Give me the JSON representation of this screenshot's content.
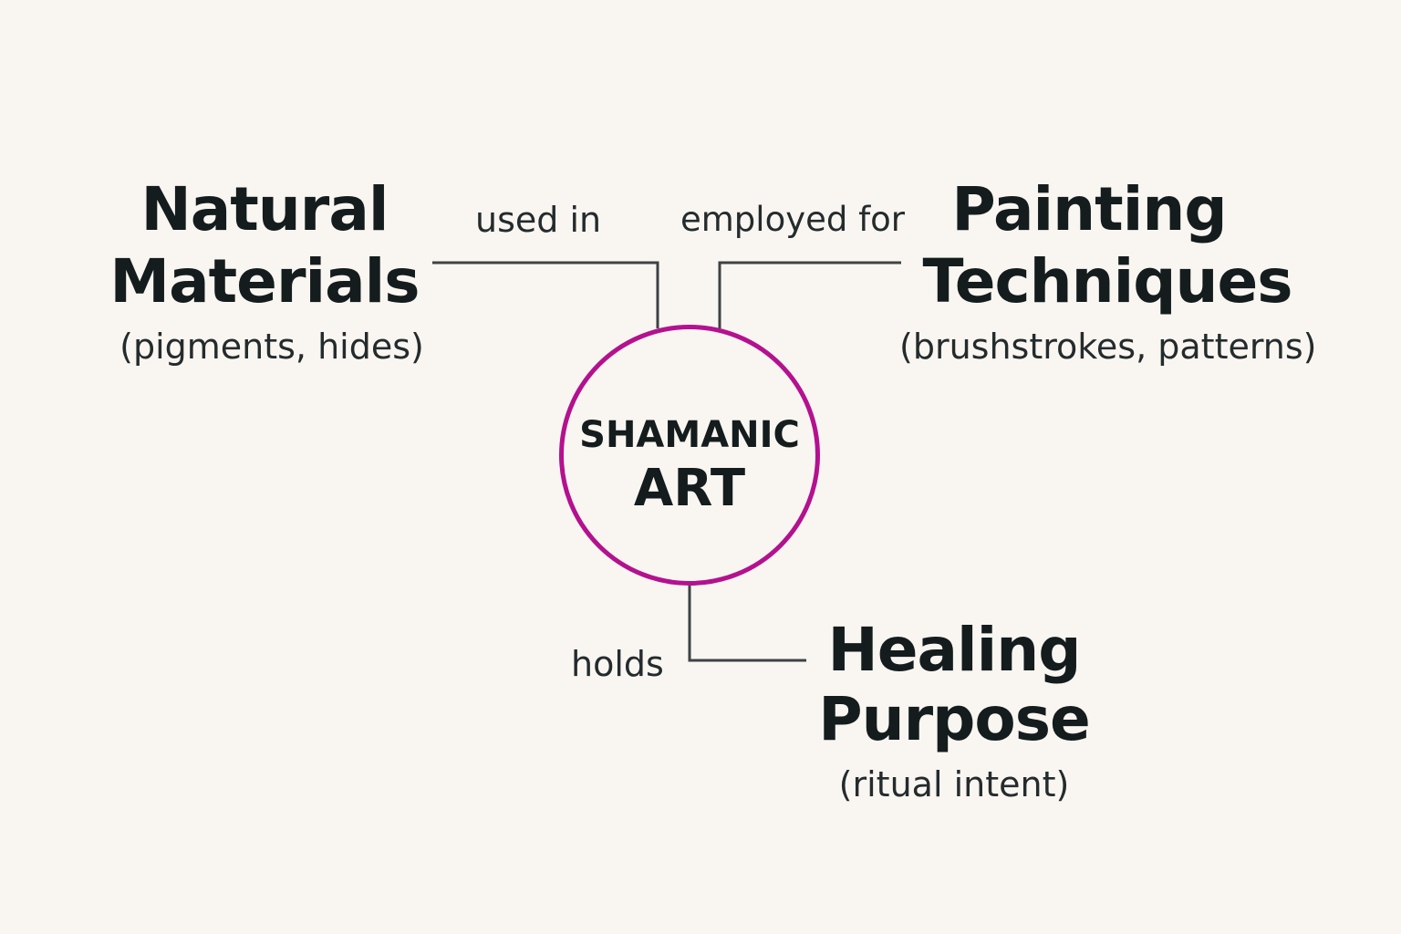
{
  "center": {
    "line1": "SHAMANIC",
    "line2": "ART"
  },
  "nodes": {
    "natural_materials": {
      "title_line1": "Natural",
      "title_line2": "Materials",
      "subtitle": "(pigments, hides)"
    },
    "painting_techniques": {
      "title_line1": "Painting",
      "title_line2": "Techniques",
      "subtitle": "(brushstrokes, patterns)"
    },
    "healing_purpose": {
      "title_line1": "Healing",
      "title_line2": "Purpose",
      "subtitle": "(ritual intent)"
    }
  },
  "edges": {
    "used_in": "used in",
    "employed_for": "employed for",
    "holds": "holds"
  },
  "colors": {
    "background": "#f9f6f2",
    "center_ring": "#b4118f",
    "connector": "#3d4344",
    "text": "#141c1d"
  }
}
